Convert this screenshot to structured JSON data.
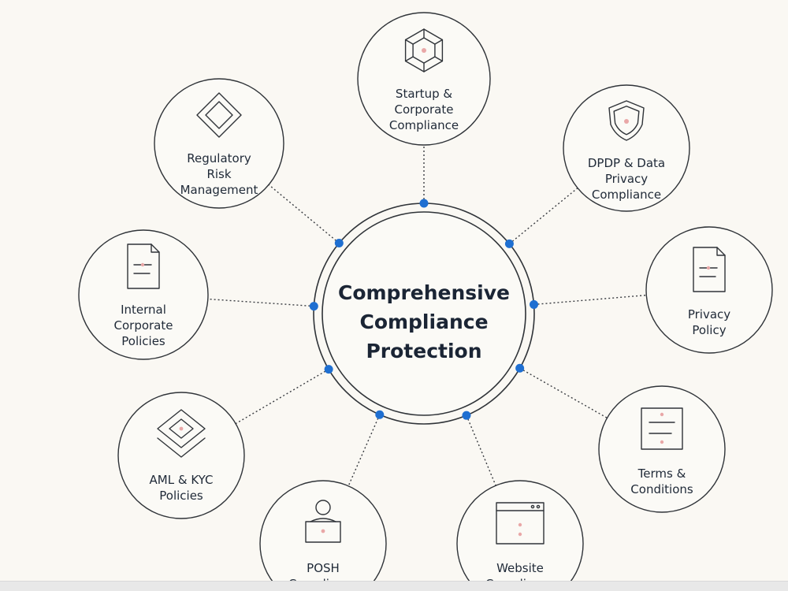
{
  "hub": {
    "label_lines": [
      "Comprehensive",
      "Compliance",
      "Protection"
    ]
  },
  "nodes": [
    {
      "id": "startup",
      "icon": "hexagon-cube-icon",
      "label_lines": [
        "Startup &",
        "Corporate",
        "Compliance"
      ]
    },
    {
      "id": "dpdp",
      "icon": "shield-icon",
      "label_lines": [
        "DPDP & Data",
        "Privacy",
        "Compliance"
      ]
    },
    {
      "id": "privacy-policy",
      "icon": "document-icon",
      "label_lines": [
        "Privacy",
        "Policy"
      ]
    },
    {
      "id": "terms",
      "icon": "terms-document-icon",
      "label_lines": [
        "Terms &",
        "Conditions"
      ]
    },
    {
      "id": "website",
      "icon": "browser-window-icon",
      "label_lines": [
        "Website",
        "Compliance"
      ]
    },
    {
      "id": "posh",
      "icon": "person-at-desk-icon",
      "label_lines": [
        "POSH",
        "Compliance"
      ]
    },
    {
      "id": "aml-kyc",
      "icon": "stacked-diamonds-icon",
      "label_lines": [
        "AML & KYC",
        "Policies"
      ]
    },
    {
      "id": "internal",
      "icon": "document-icon",
      "label_lines": [
        "Internal",
        "Corporate",
        "Policies"
      ]
    },
    {
      "id": "regulatory",
      "icon": "diamond-icon",
      "label_lines": [
        "Regulatory",
        "Risk",
        "Management"
      ]
    }
  ],
  "colors": {
    "background": "#faf8f3",
    "connector_dot": "#1f6fd1",
    "outline": "#2f3338",
    "icon_accent": "#e9a7a7",
    "text": "#1f2937"
  }
}
